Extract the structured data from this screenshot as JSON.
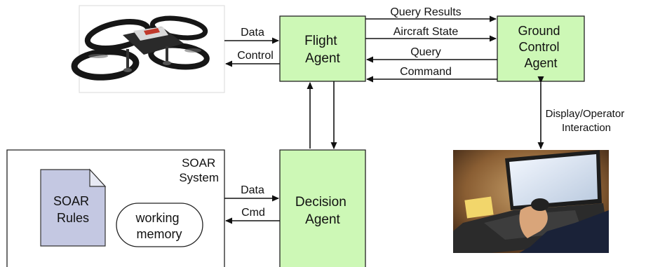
{
  "agents": {
    "flight": [
      "Flight",
      "Agent"
    ],
    "ground": [
      "Ground",
      "Control",
      "Agent"
    ],
    "decision": [
      "Decision",
      "Agent"
    ]
  },
  "soar": {
    "system_label": [
      "SOAR",
      "System"
    ],
    "rules_label": [
      "SOAR",
      "Rules"
    ],
    "memory_label": [
      "working",
      "memory"
    ]
  },
  "links": {
    "drone_data": "Data",
    "drone_control": "Control",
    "query_results": "Query Results",
    "aircraft_state": "Aircraft State",
    "query": "Query",
    "command": "Command",
    "display_operator": [
      "Display/Operator",
      "Interaction"
    ],
    "soar_data": "Data",
    "soar_cmd": "Cmd"
  },
  "images": {
    "drone": "quadcopter-drone-photo",
    "operator": "operator-laptop-photo"
  },
  "colors": {
    "agent_fill": "#cdf8b6",
    "rules_fill": "#c4c8e2",
    "stroke": "#222222"
  }
}
